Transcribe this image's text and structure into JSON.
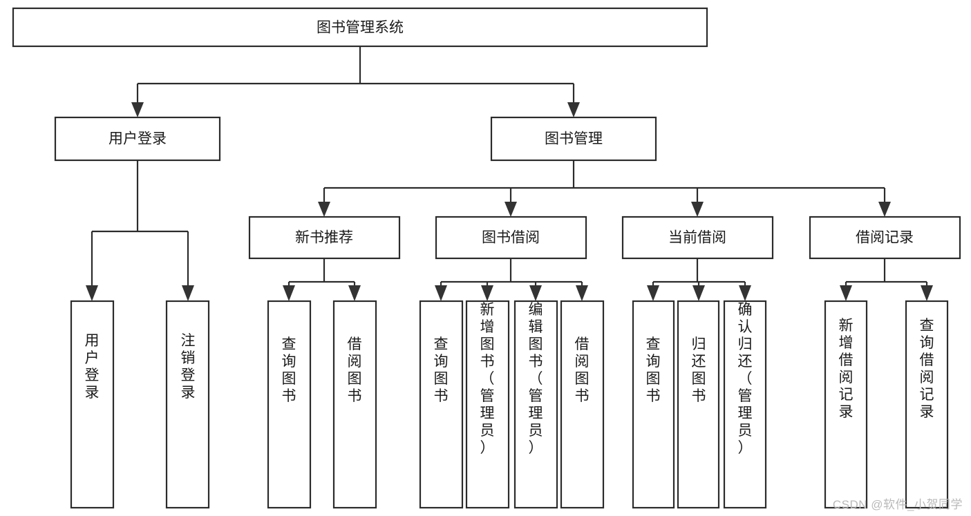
{
  "diagram": {
    "type": "tree-hierarchy-chart",
    "title": "图书管理系统",
    "colors": {
      "background": "#ffffff",
      "box_fill": "#ffffff",
      "box_stroke": "#2b2b2b",
      "line": "#2b2b2b",
      "arrow": "#333333",
      "text": "#1a1a1a",
      "watermark": "#b9b9b9"
    },
    "nodes": {
      "root": {
        "label": "图书管理系统",
        "orientation": "horizontal"
      },
      "level2": [
        {
          "label": "用户登录",
          "orientation": "horizontal"
        },
        {
          "label": "图书管理",
          "orientation": "horizontal"
        }
      ],
      "level3": [
        {
          "label": "新书推荐",
          "orientation": "horizontal"
        },
        {
          "label": "图书借阅",
          "orientation": "horizontal"
        },
        {
          "label": "当前借阅",
          "orientation": "horizontal"
        },
        {
          "label": "借阅记录",
          "orientation": "horizontal"
        }
      ],
      "leaves": {
        "user_login": [
          {
            "label": "用户登录",
            "orientation": "vertical"
          },
          {
            "label": "注销登录",
            "orientation": "vertical"
          }
        ],
        "new_book_recommend": [
          {
            "label": "查询图书",
            "orientation": "vertical"
          },
          {
            "label": "借阅图书",
            "orientation": "vertical"
          }
        ],
        "book_borrow": [
          {
            "label": "查询图书",
            "orientation": "vertical"
          },
          {
            "label": "新增图书（管理员）",
            "orientation": "vertical"
          },
          {
            "label": "编辑图书（管理员）",
            "orientation": "vertical"
          },
          {
            "label": "借阅图书",
            "orientation": "vertical"
          }
        ],
        "current_borrow": [
          {
            "label": "查询图书",
            "orientation": "vertical"
          },
          {
            "label": "归还图书",
            "orientation": "vertical"
          },
          {
            "label": "确认归还（管理员）",
            "orientation": "vertical"
          }
        ],
        "borrow_record": [
          {
            "label": "新增借阅记录",
            "orientation": "vertical"
          },
          {
            "label": "查询借阅记录",
            "orientation": "vertical"
          }
        ]
      }
    },
    "watermark": "CSDN @软件_小贺同学"
  }
}
